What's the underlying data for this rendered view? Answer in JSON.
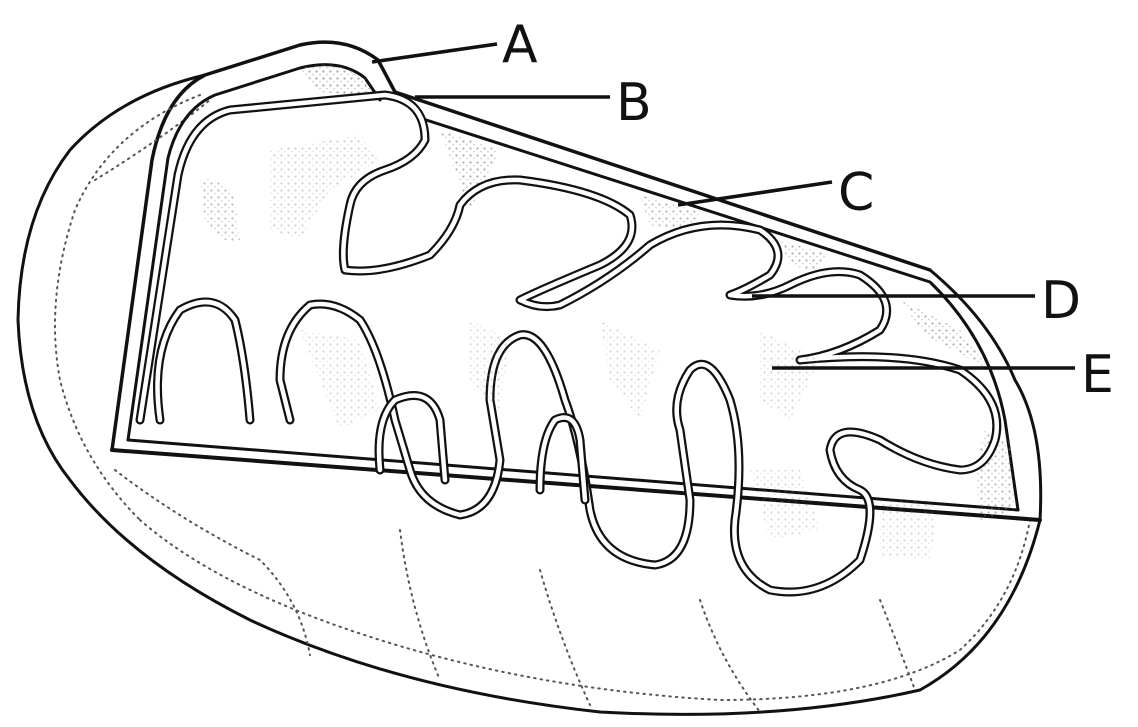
{
  "labels": {
    "a": "A",
    "b": "B",
    "c": "C",
    "d": "D",
    "e": "E"
  },
  "colors": {
    "ink": "#111111",
    "stipple": "#8a8a8a",
    "background": "#ffffff"
  }
}
